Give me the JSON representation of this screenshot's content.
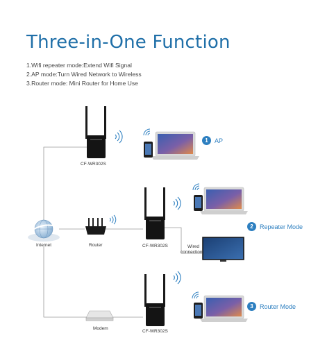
{
  "title": "Three-in-One Function",
  "modes": [
    "1.Wifi repeater mode:Extend Wifi Signal",
    "2.AP mode:Turn Wired Network to Wireless",
    "3.Router mode: Mini Router for Home Use"
  ],
  "labels": {
    "device_top": "CF-WR302S",
    "device_mid": "CF-WR302S",
    "device_bottom": "CF-WR302S",
    "internet": "Internet",
    "router": "Router",
    "modem": "Modem",
    "wired_line1": "Wired",
    "wired_line2": "connection"
  },
  "badges": {
    "ap": {
      "num": "1",
      "label": "AP"
    },
    "repeater": {
      "num": "2",
      "label": "Repeater Mode"
    },
    "router": {
      "num": "3",
      "label": "Router Mode"
    }
  },
  "colors": {
    "accent": "#2d7fc0",
    "title": "#1f6fa8",
    "line": "#9a9a9a"
  }
}
